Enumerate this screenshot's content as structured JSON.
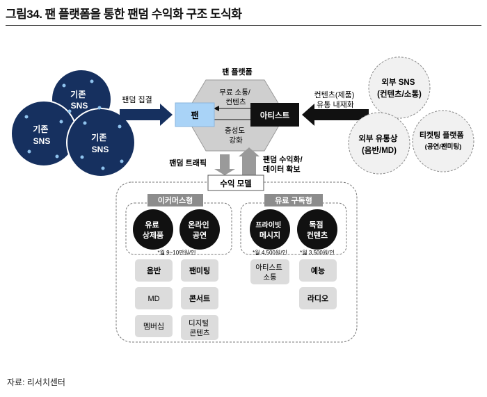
{
  "title": "그림34.  팬 플랫폼을 통한 팬덤 수익화 구조 도식화",
  "source": "자료: 리서치센터",
  "left_cluster": {
    "circle1": [
      "기존",
      "SNS"
    ],
    "circle2": [
      "기존",
      "SNS"
    ],
    "circle3": [
      "기존",
      "SNS"
    ],
    "arrow_label": "팬덤 집결"
  },
  "platform": {
    "label": "팬 플랫폼",
    "top_text": [
      "무료 소통/",
      "컨텐츠"
    ],
    "bottom_text": [
      "충성도",
      "강화"
    ],
    "fan_box": "팬",
    "artist_box": "아티스트"
  },
  "right_cluster": {
    "arrow_label": [
      "컨텐츠(제품)",
      "유통 내재화"
    ],
    "sns": [
      "외부 SNS",
      "(컨텐츠/소통)"
    ],
    "distributor": [
      "외부 유통상",
      "(음반/MD)"
    ],
    "ticketing": [
      "티켓팅 플랫폼",
      "(공연/팬미팅)"
    ]
  },
  "flows": {
    "down_label": "팬덤 트래픽",
    "up_label": [
      "팬덤 수익화/",
      "데이터 확보"
    ]
  },
  "revenue_model": {
    "label": "수익 모델",
    "ecommerce": {
      "label": "이커머스형",
      "circle1": [
        "유료",
        "상제품"
      ],
      "circle2": [
        "온라인",
        "공연"
      ],
      "price": "*월 9~10만원/인",
      "col1": [
        "음반",
        "MD",
        "멤버십"
      ],
      "col2": [
        [
          "팬미팅"
        ],
        [
          "콘서트"
        ],
        [
          "디지털",
          "콘텐츠"
        ]
      ]
    },
    "subscription": {
      "label": "유료 구독형",
      "circle1": [
        "프라이빗",
        "메시지"
      ],
      "circle2": [
        "독점",
        "컨텐츠"
      ],
      "price1": "*월 4,500원/인",
      "price2": "*월 3,500원/인",
      "col1": [
        [
          "아티스트",
          "소통"
        ]
      ],
      "col2": [
        "예능",
        "라디오"
      ]
    }
  }
}
